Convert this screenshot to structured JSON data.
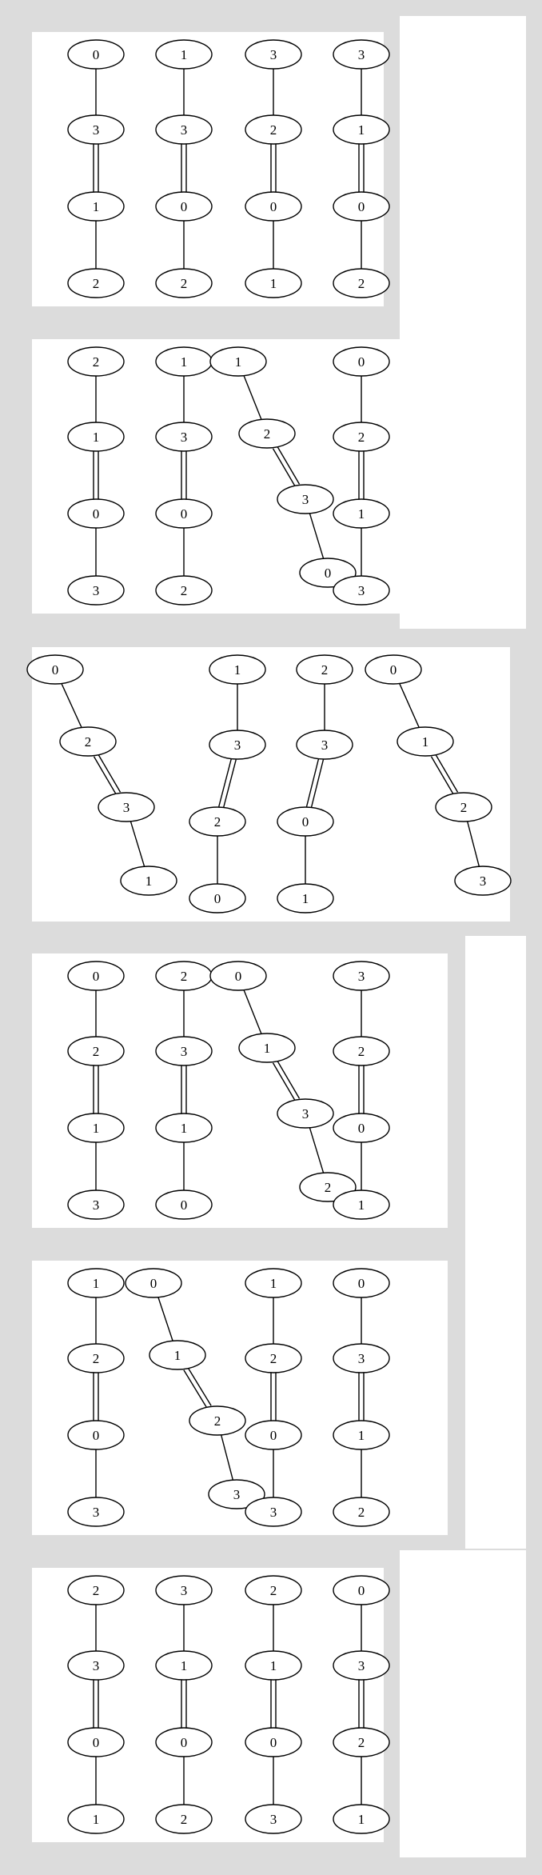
{
  "diagram": {
    "colors": {
      "background": "#dcdcdc",
      "panel": "#ffffff",
      "stroke": "#000000"
    },
    "panels": [
      {
        "graphs": [
          {
            "layout": "straight",
            "nodes": [
              "0",
              "3",
              "1",
              "2"
            ]
          },
          {
            "layout": "straight",
            "nodes": [
              "1",
              "3",
              "0",
              "2"
            ]
          },
          {
            "layout": "straight",
            "nodes": [
              "3",
              "2",
              "0",
              "1"
            ]
          },
          {
            "layout": "straight",
            "nodes": [
              "3",
              "1",
              "0",
              "2"
            ]
          }
        ]
      },
      {
        "graphs": [
          {
            "layout": "straight",
            "nodes": [
              "2",
              "1",
              "0",
              "3"
            ]
          },
          {
            "layout": "straight",
            "nodes": [
              "1",
              "3",
              "0",
              "2"
            ]
          },
          {
            "layout": "diagonal",
            "nodes": [
              "1",
              "2",
              "3",
              "0"
            ]
          },
          {
            "layout": "straight",
            "nodes": [
              "0",
              "2",
              "1",
              "3"
            ]
          }
        ]
      },
      {
        "graphs": [
          {
            "layout": "diagonal",
            "nodes": [
              "0",
              "2",
              "3",
              "1"
            ]
          },
          {
            "layout": "straight",
            "nodes": [
              "1",
              "3",
              "2",
              "0"
            ]
          },
          {
            "layout": "straight",
            "nodes": [
              "2",
              "3",
              "0",
              "1"
            ]
          },
          {
            "layout": "diagonal",
            "nodes": [
              "0",
              "1",
              "2",
              "3"
            ]
          }
        ]
      },
      {
        "graphs": [
          {
            "layout": "straight",
            "nodes": [
              "0",
              "2",
              "1",
              "3"
            ]
          },
          {
            "layout": "straight",
            "nodes": [
              "2",
              "3",
              "1",
              "0"
            ]
          },
          {
            "layout": "diagonal",
            "nodes": [
              "0",
              "1",
              "3",
              "2"
            ]
          },
          {
            "layout": "straight",
            "nodes": [
              "3",
              "2",
              "0",
              "1"
            ]
          }
        ]
      },
      {
        "graphs": [
          {
            "layout": "straight",
            "nodes": [
              "1",
              "2",
              "0",
              "3"
            ]
          },
          {
            "layout": "diagonal",
            "nodes": [
              "0",
              "1",
              "2",
              "3"
            ]
          },
          {
            "layout": "straight",
            "nodes": [
              "1",
              "2",
              "0",
              "3"
            ]
          },
          {
            "layout": "straight",
            "nodes": [
              "0",
              "3",
              "1",
              "2"
            ]
          }
        ]
      },
      {
        "graphs": [
          {
            "layout": "straight",
            "nodes": [
              "2",
              "3",
              "0",
              "1"
            ]
          },
          {
            "layout": "straight",
            "nodes": [
              "3",
              "1",
              "0",
              "2"
            ]
          },
          {
            "layout": "straight",
            "nodes": [
              "2",
              "1",
              "0",
              "3"
            ]
          },
          {
            "layout": "straight",
            "nodes": [
              "0",
              "3",
              "2",
              "1"
            ]
          }
        ]
      }
    ]
  }
}
